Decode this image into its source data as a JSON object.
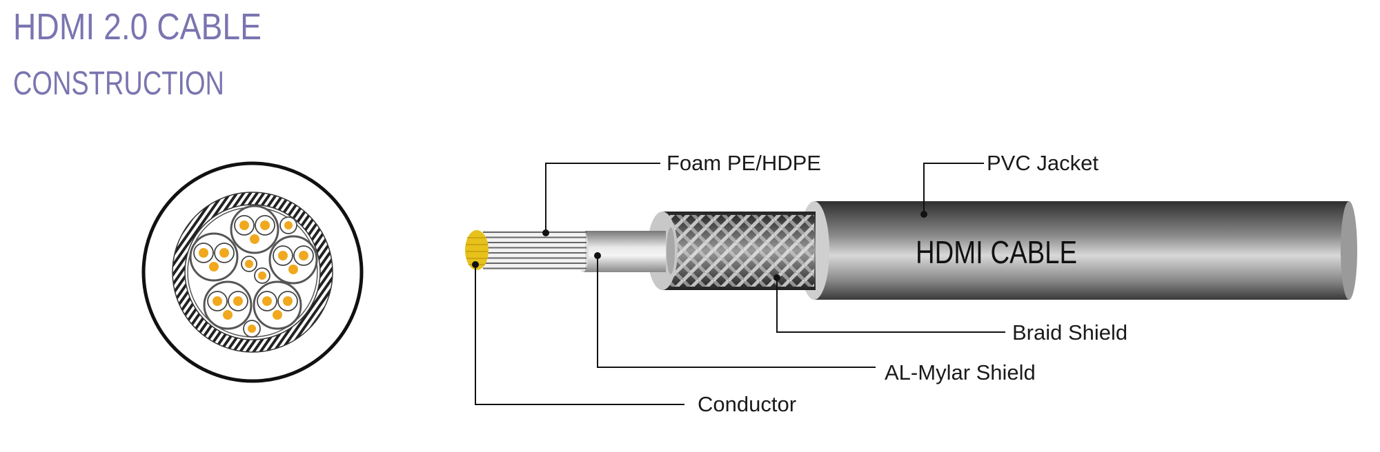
{
  "header": {
    "title": "HDMI 2.0 CABLE",
    "subtitle": "CONSTRUCTION"
  },
  "cable": {
    "print_text": "HDMI CABLE"
  },
  "labels": {
    "foam": "Foam PE/HDPE",
    "jacket": "PVC Jacket",
    "braid": "Braid Shield",
    "mylar": "AL-Mylar Shield",
    "conductor": "Conductor"
  },
  "colors": {
    "title": "#7a75b0",
    "conductor": "#f0a81e",
    "gold": "#e6c21a"
  }
}
